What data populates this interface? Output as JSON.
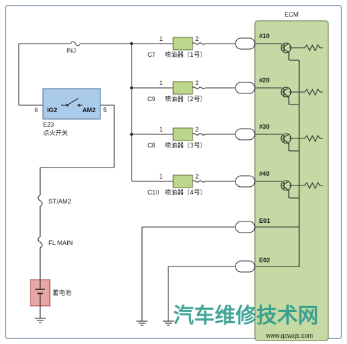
{
  "colors": {
    "ecm_fill": "#c4d9a4",
    "ecm_border": "#5b6f3e",
    "injector_fill": "#bcd68c",
    "switch_fill": "#aacbea",
    "battery_fill": "#e8a6a6",
    "watermark_text": "#2d9c8c",
    "watermark_url": "#d9483b",
    "frame": "#7a8fa8"
  },
  "ecm": {
    "title": "ECM"
  },
  "injectors": [
    {
      "connector": "C7",
      "name": "喷油器（1号）",
      "pin1": "1",
      "pin2": "2",
      "port": "#10"
    },
    {
      "connector": "C9",
      "name": "喷油器（2号）",
      "pin1": "1",
      "pin2": "2",
      "port": "#20"
    },
    {
      "connector": "C8",
      "name": "喷油器（3号）",
      "pin1": "1",
      "pin2": "2",
      "port": "#30"
    },
    {
      "connector": "C10",
      "name": "喷油器（4号）",
      "pin1": "1",
      "pin2": "2",
      "port": "#40"
    }
  ],
  "grounds": [
    {
      "port": "E01"
    },
    {
      "port": "E02"
    }
  ],
  "fuse_inj": "INJ",
  "ignition_switch": {
    "code": "E23",
    "name": "点火开关",
    "terminal_left": "IG2",
    "terminal_right": "AM2",
    "pin_left": "6",
    "pin_right": "5"
  },
  "fuse_st_am2": "ST/AM2",
  "fuse_fl_main": "FL MAIN",
  "battery": {
    "name": "蓄电池"
  },
  "watermark": {
    "text": "汽车维修技术网",
    "url": "www.qcwxjs.com"
  }
}
